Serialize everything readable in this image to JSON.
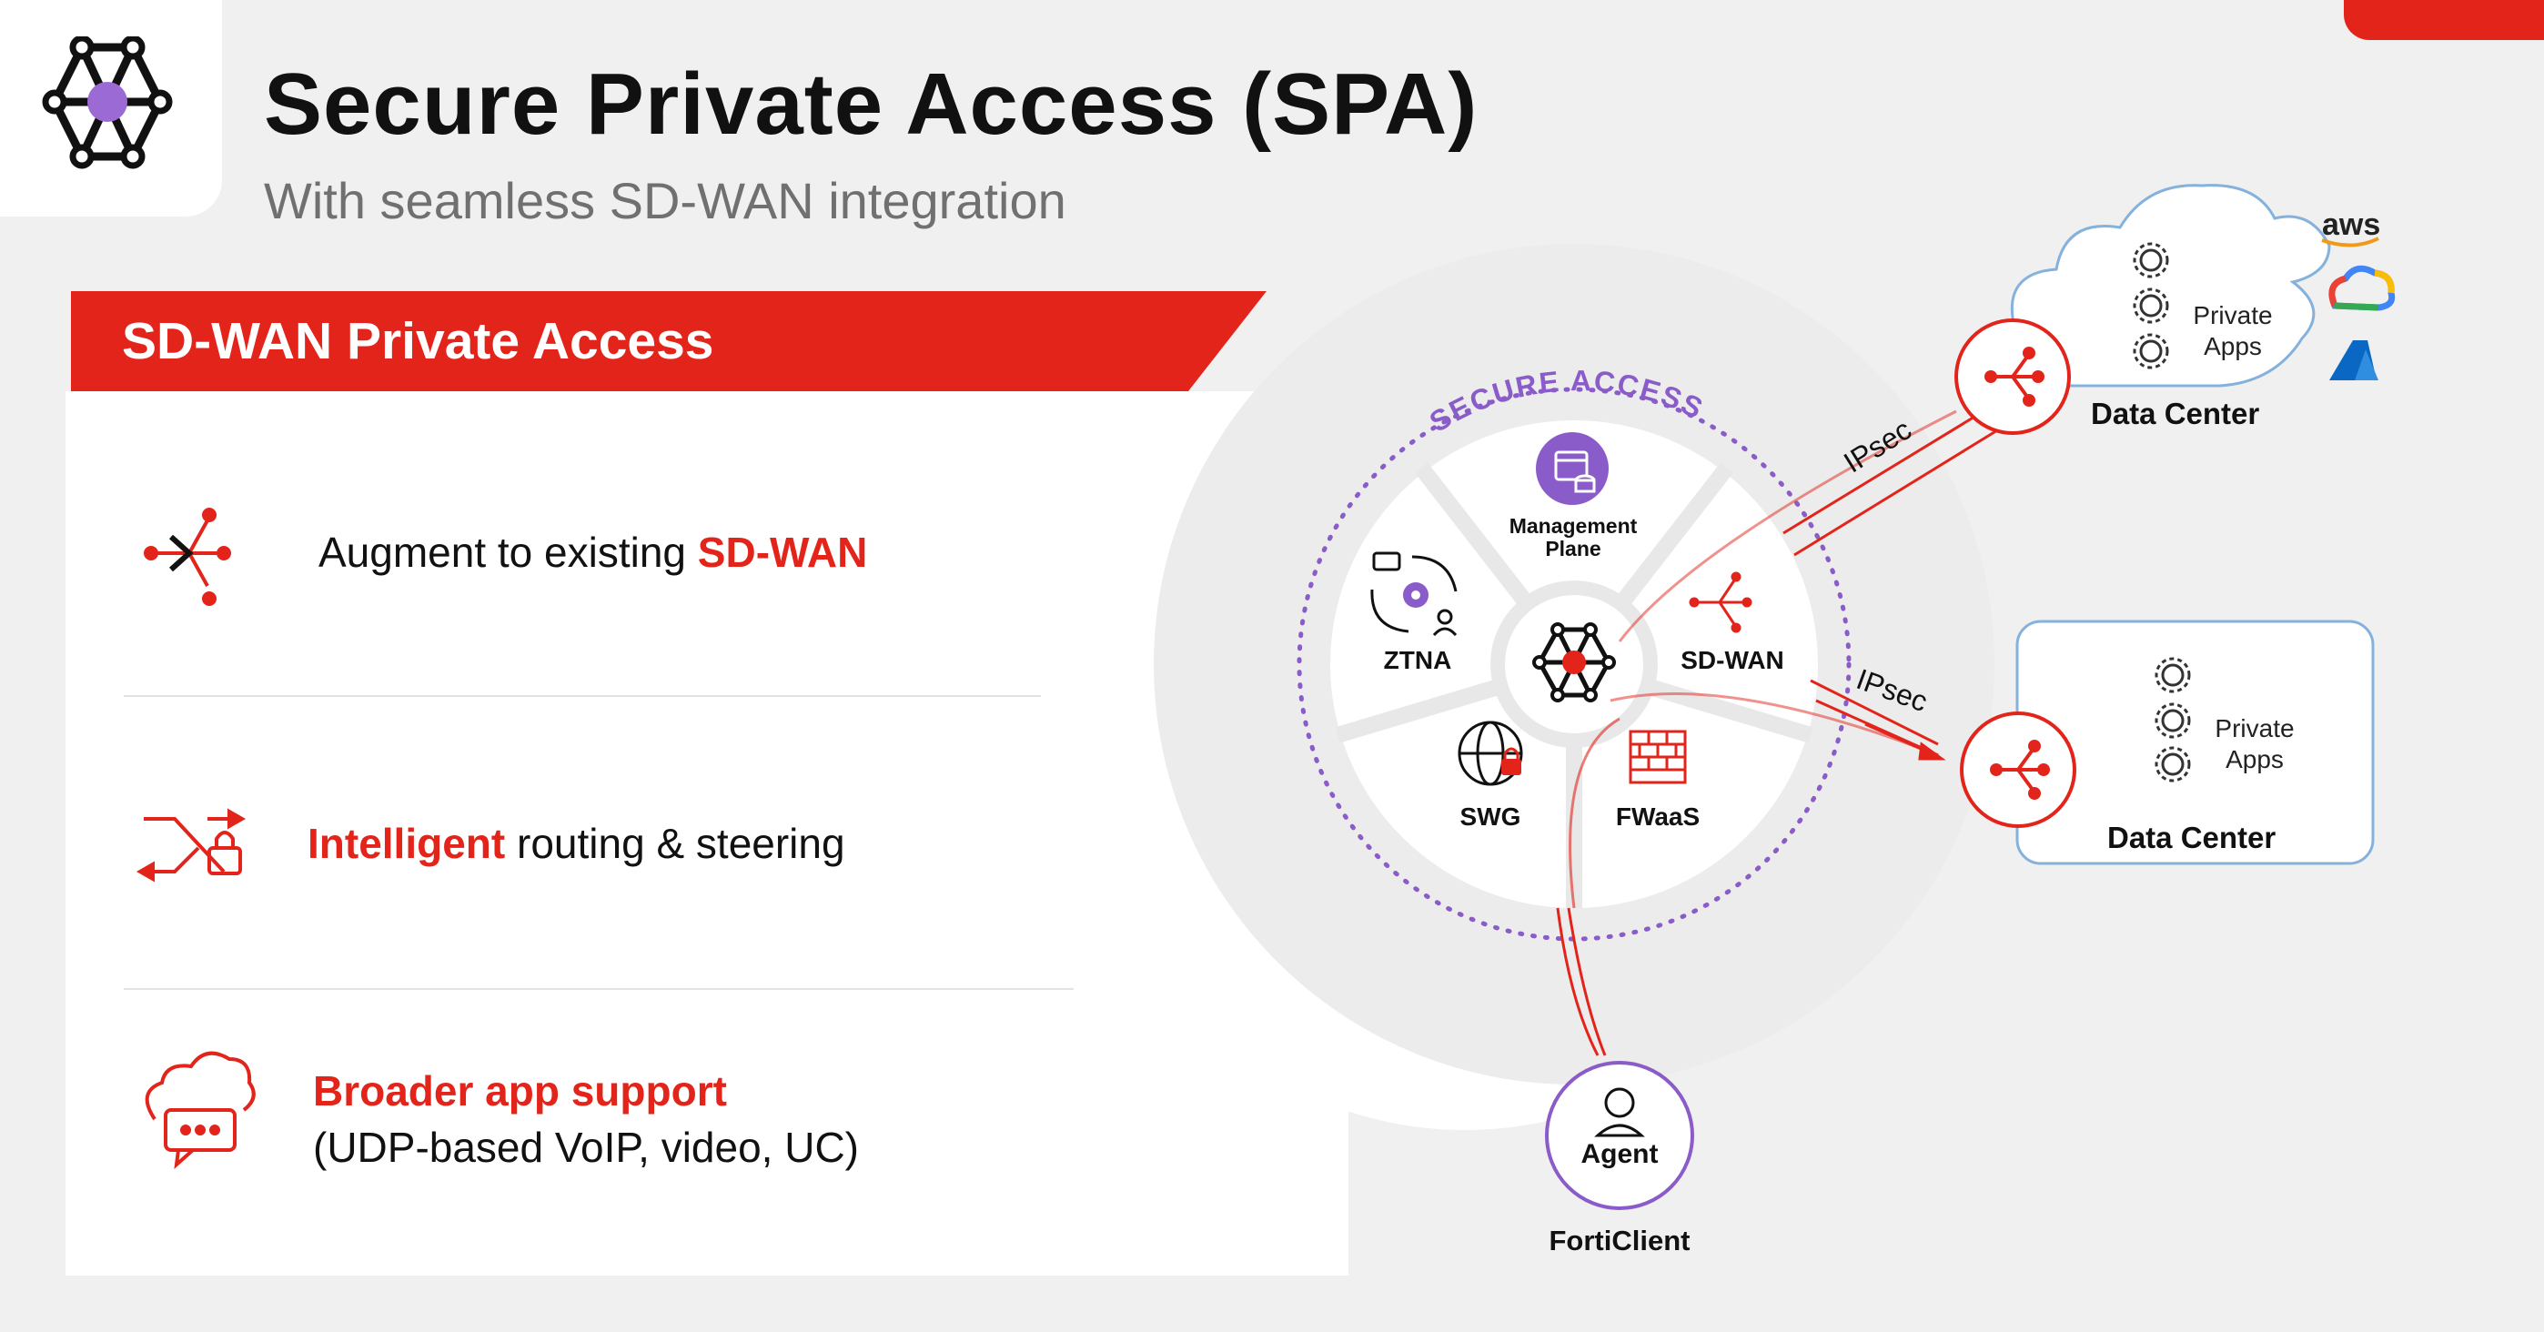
{
  "header": {
    "title": "Secure Private Access (SPA)",
    "subtitle": "With seamless SD-WAN integration"
  },
  "panel": {
    "heading": "SD-WAN Private Access",
    "features": [
      {
        "prefix": "Augment to existing ",
        "highlight": "SD-WAN",
        "suffix": ""
      },
      {
        "prefix": "",
        "highlight": "Intelligent",
        "suffix": " routing & steering"
      },
      {
        "highlight": "Broader app support",
        "detail": "(UDP-based VoIP, video, UC)"
      }
    ]
  },
  "diagram": {
    "ring_label": "SECURE ACCESS",
    "segments": {
      "management": "Management Plane",
      "sdwan": "SD-WAN",
      "fwaas": "FWaaS",
      "swg": "SWG",
      "ztna": "ZTNA"
    },
    "tunnel_label_top": "IPsec",
    "tunnel_label_bottom": "IPsec",
    "data_center_cloud": {
      "title": "Data Center",
      "apps": "Private Apps"
    },
    "data_center_box": {
      "title": "Data Center",
      "apps": "Private Apps"
    },
    "agent": {
      "label": "Agent",
      "caption": "FortiClient"
    },
    "cloud_providers": [
      "aws-logo",
      "google-cloud-logo",
      "azure-logo"
    ],
    "aws_text": "aws"
  },
  "colors": {
    "accent_red": "#e3241b",
    "accent_purple": "#8a5cc9",
    "box_blue": "#84b2dc",
    "title_text": "#111111",
    "subtitle_text": "#707070"
  }
}
